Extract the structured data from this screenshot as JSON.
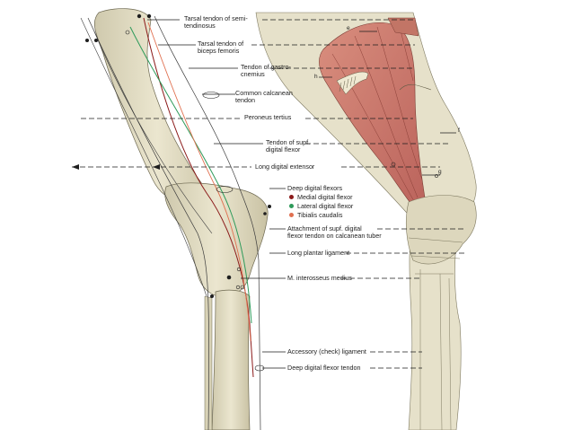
{
  "labels": {
    "semitendinosus": "Tarsal tendon of semi-\ntendinosus",
    "biceps": "Tarsal tendon of\nbiceps femoris",
    "gastrocnemius": "Tendon of gastro-\ncnemius",
    "calcanean": "Common calcanean\ntendon",
    "peroneus": "Peroneus tertius",
    "supf_flexor": "Tendon of supf.\ndigital flexor",
    "long_extensor": "Long digital extensor",
    "deep_flexors": "Deep digital flexors",
    "attachment": "Attachment of supf. digital\nflexor tendon on calcanean tuber",
    "plantar": "Long plantar ligament",
    "interosseus": "M. interosseus medius",
    "accessory": "Accessory (check) ligament",
    "deep_tendon": "Deep digital flexor tendon"
  },
  "legend": [
    {
      "label": "Medial digital flexor",
      "color": "#8b1a1a"
    },
    {
      "label": "Lateral digital flexor",
      "color": "#2e9a5a"
    },
    {
      "label": "Tibialis caudalis",
      "color": "#e07050"
    }
  ],
  "letters": {
    "e": "e",
    "h": "h",
    "f": "f",
    "g": "g"
  }
}
